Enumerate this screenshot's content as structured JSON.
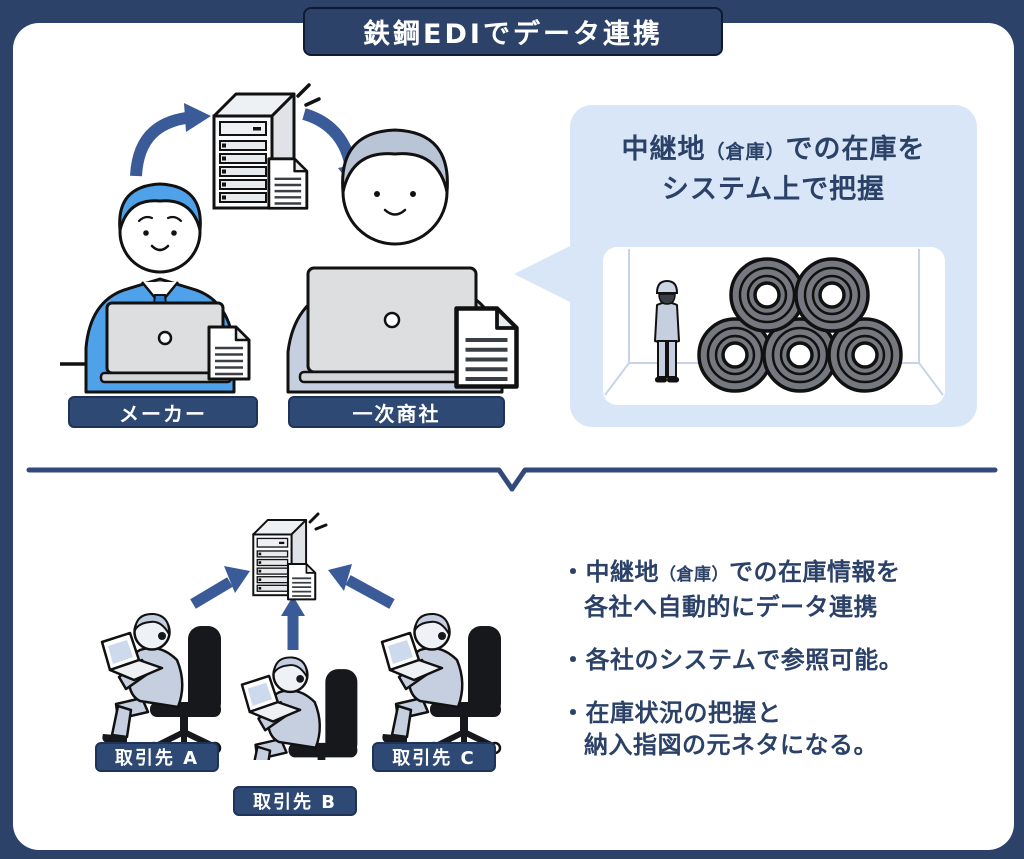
{
  "title": "鉄鋼EDIでデータ連携",
  "colors": {
    "frame_navy": "#2d4269",
    "label_navy": "#2e4a74",
    "bubble_blue": "#d9e6f7",
    "text_navy": "#2b4168",
    "arrow_blue": "#3a5b97",
    "maker_blue": "#4fa1ea",
    "trader_gray_blue": "#c6cfdf"
  },
  "top": {
    "maker_label": "メーカー",
    "trader_label": "一次商社",
    "bubble_line1_pre": "中継地",
    "bubble_line1_small": "（倉庫）",
    "bubble_line1_post": "での在庫を",
    "bubble_line2": "システム上で把握"
  },
  "bottom": {
    "partner_a_label": "取引先 A",
    "partner_b_label": "取引先 B",
    "partner_c_label": "取引先 C",
    "bullet1_line1_pre": "・中継地",
    "bullet1_line1_small": "（倉庫）",
    "bullet1_line1_post": "での在庫情報を",
    "bullet1_line2": "各社へ自動的にデータ連携",
    "bullet2": "・各社のシステムで参照可能。",
    "bullet3_line1": "・在庫状況の把握と",
    "bullet3_line2": "納入指図の元ネタになる。"
  },
  "icons": [
    "server-icon",
    "document-icon",
    "sparkle-icon",
    "curved-arrow-icon",
    "straight-arrow-icon",
    "steel-coil-icon",
    "warehouse-worker-icon",
    "seated-person-icon",
    "divider-chevron-icon",
    "speech-bubble-tail-icon"
  ]
}
